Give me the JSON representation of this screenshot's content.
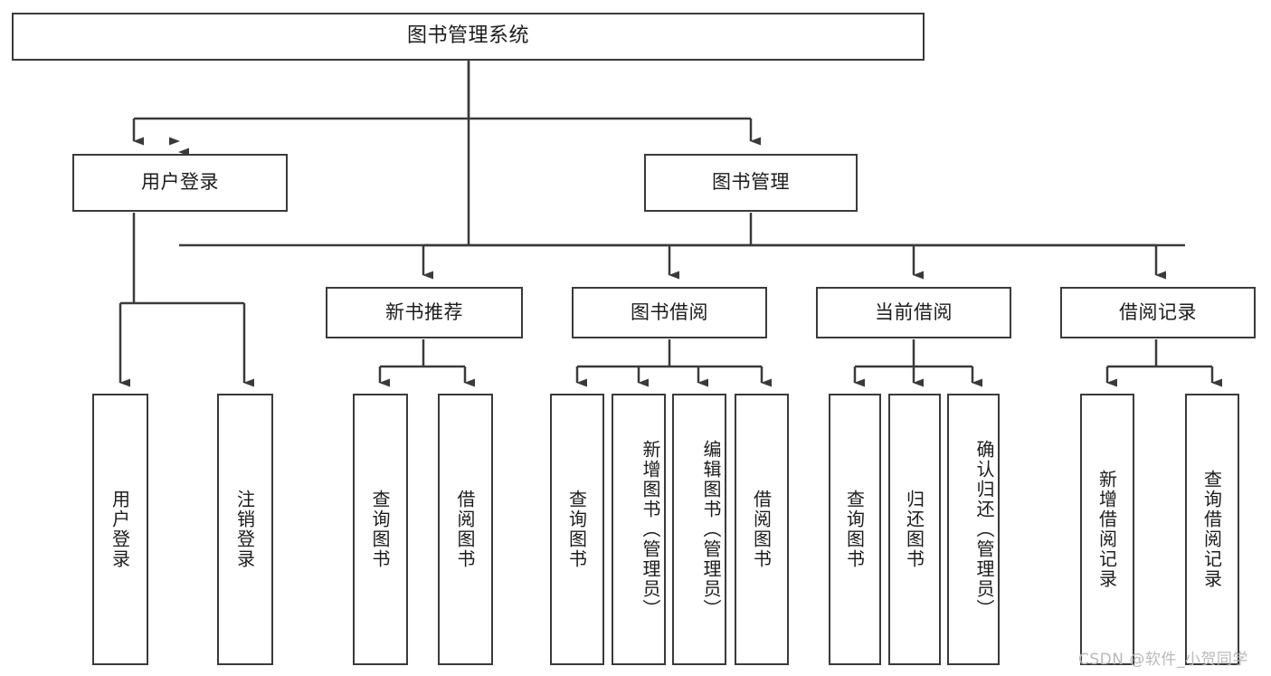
{
  "diagram": {
    "type": "hierarchy-tree",
    "title": "图书管理系统",
    "watermark": "CSDN @软件_小贺同学",
    "nodes": {
      "root": "图书管理系统",
      "level2": {
        "user_login": "用户登录",
        "book_manage": "图书管理"
      },
      "level3": {
        "new_book_rec": "新书推荐",
        "book_borrow": "图书借阅",
        "current_borrow": "当前借阅",
        "borrow_record": "借阅记录"
      },
      "leaves": {
        "user_login_1": "用户登录",
        "user_login_2": "注销登录",
        "new_book_1": "查询图书",
        "new_book_2": "借阅图书",
        "borrow_1": "查询图书",
        "borrow_2": "新增图书（管理员）",
        "borrow_3": "编辑图书（管理员）",
        "borrow_4": "借阅图书",
        "current_1": "查询图书",
        "current_2": "归还图书",
        "current_3": "确认归还（管理员）",
        "record_1": "新增借阅记录",
        "record_2": "查询借阅记录"
      }
    },
    "colors": {
      "stroke": "#3a3a3a",
      "background": "#ffffff",
      "text": "#1c1c1c",
      "watermark": "#b9b9b9"
    }
  }
}
